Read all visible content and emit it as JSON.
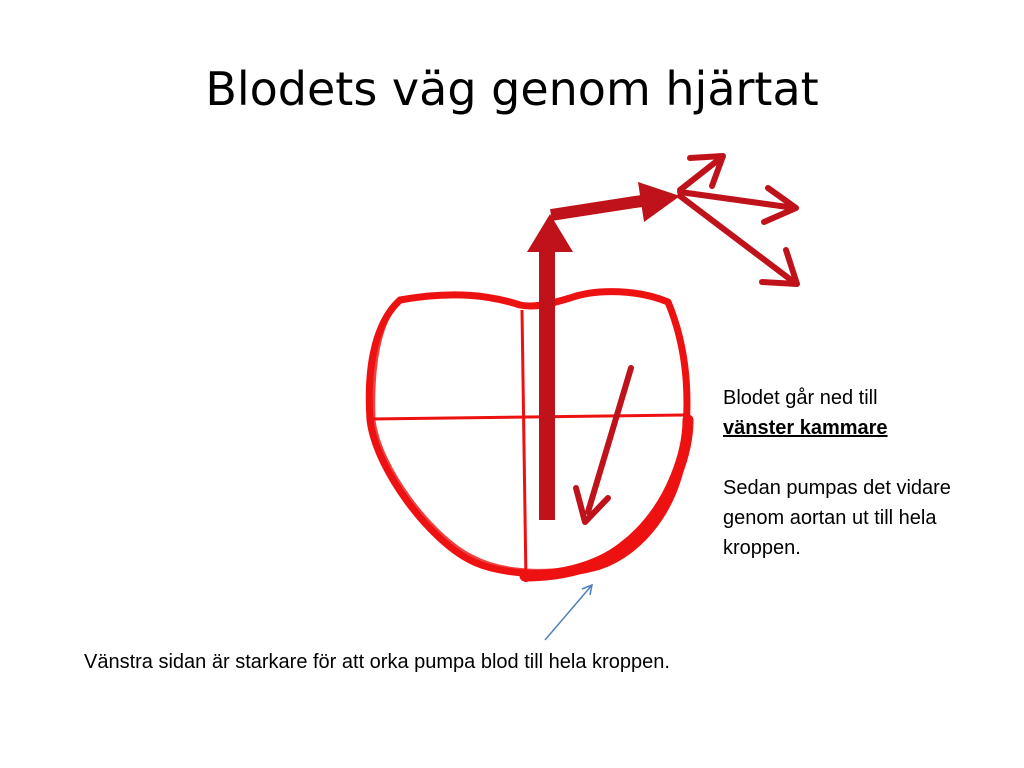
{
  "slide": {
    "title": "Blodets väg genom hjärtat"
  },
  "description": {
    "line1": "Blodet går ned till",
    "line1_emphasis": "vänster kammare",
    "line2": "Sedan pumpas det vidare genom aortan ut till hela kroppen."
  },
  "caption": "Vänstra sidan är starkare för att orka pumpa blod till hela kroppen.",
  "colors": {
    "heart_outline": "#ee1111",
    "arrow_dark": "#c0121a",
    "pointer_line": "#4f81bd"
  }
}
